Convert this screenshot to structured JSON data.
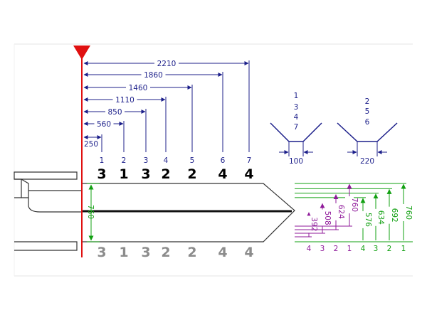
{
  "colors": {
    "navy": "#1c1f8a",
    "green": "#12a012",
    "purple": "#8f1a9a",
    "red": "#e01010",
    "gray": "#8c8c8c"
  },
  "top_dimensions": [
    {
      "position": "1",
      "cut": "3",
      "distance": "250"
    },
    {
      "position": "2",
      "cut": "1",
      "distance": "560"
    },
    {
      "position": "3",
      "cut": "3",
      "distance": "850"
    },
    {
      "position": "4",
      "cut": "2",
      "distance": "1110"
    },
    {
      "position": "5",
      "cut": "2",
      "distance": "1460"
    },
    {
      "position": "6",
      "cut": "4",
      "distance": "1860"
    },
    {
      "position": "7",
      "cut": "4",
      "distance": "2210"
    }
  ],
  "blade_height": "760",
  "profile_left": {
    "labels": [
      "1",
      "3",
      "4",
      "7"
    ],
    "width": "100"
  },
  "profile_right": {
    "labels": [
      "2",
      "5",
      "6"
    ],
    "width": "220"
  },
  "depths_green": [
    {
      "value": "576",
      "cut": "4"
    },
    {
      "value": "634",
      "cut": "3"
    },
    {
      "value": "692",
      "cut": "2"
    },
    {
      "value": "760",
      "cut": "1"
    }
  ],
  "depths_purple": [
    {
      "value": "392",
      "cut": "4"
    },
    {
      "value": "508",
      "cut": "3"
    },
    {
      "value": "624",
      "cut": "2"
    },
    {
      "value": "760",
      "cut": "1"
    }
  ]
}
